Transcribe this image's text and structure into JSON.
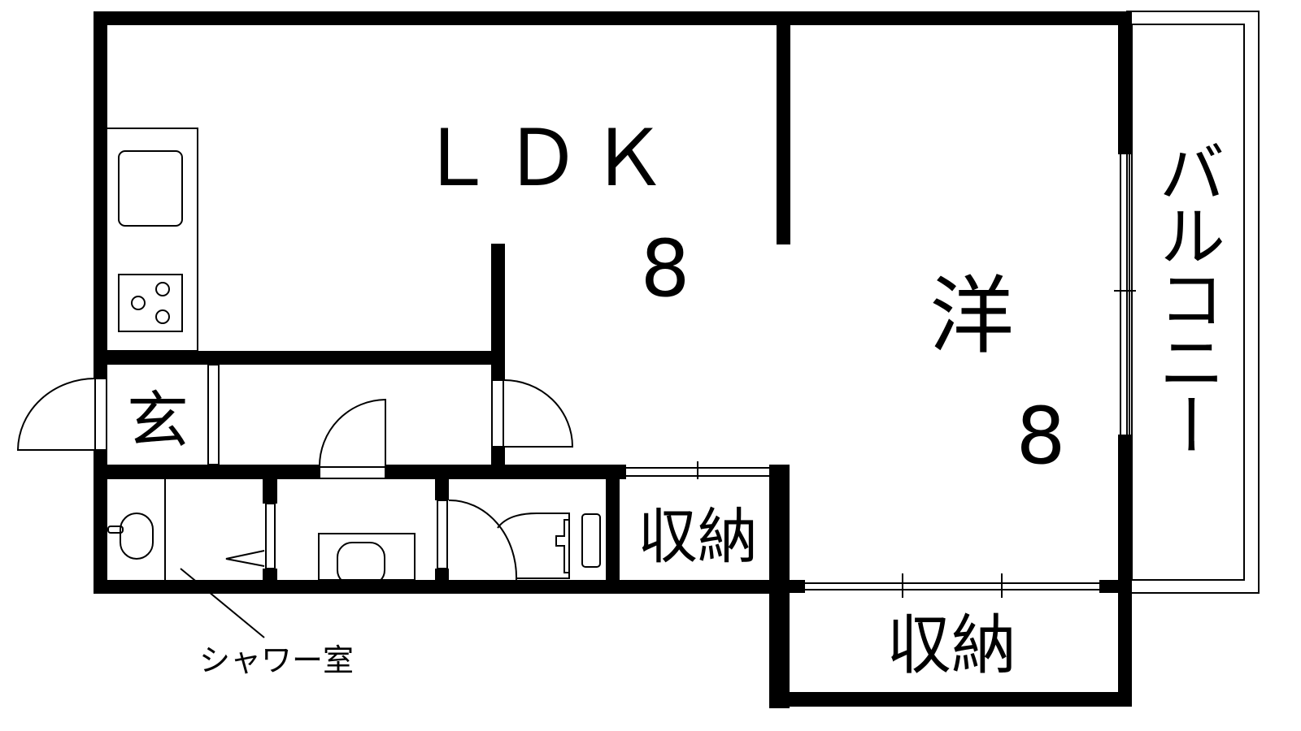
{
  "title": "Floor plan 1LDK",
  "rooms": {
    "ldk_label": "ＬＤＫ",
    "ldk_size": "8",
    "western_label": "洋",
    "western_size": "8",
    "entrance_label": "玄",
    "storage_small_label": "収納",
    "storage_large_label": "収納",
    "balcony_label": "バルコニー",
    "shower_label": "シャワー室"
  },
  "colors": {
    "wall": "#000000",
    "background": "#ffffff"
  }
}
